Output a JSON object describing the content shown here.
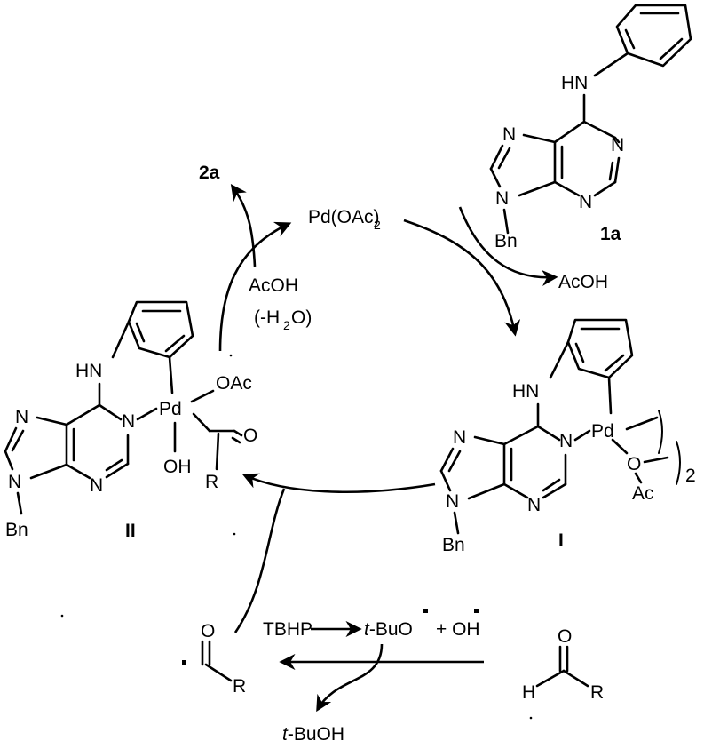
{
  "compounds": {
    "substrate_1a": {
      "id": "1a",
      "atoms": {
        "nh": "HN",
        "n1": "N",
        "n2": "N",
        "n3": "N",
        "n4": "N",
        "bn": "Bn"
      }
    },
    "intermediate_I": {
      "id": "I",
      "atoms": {
        "hn": "HN",
        "n1": "N",
        "n2": "N",
        "n3": "N",
        "n4": "N",
        "bn": "Bn",
        "pd": "Pd",
        "o": "O",
        "ac": "Ac",
        "sub": "2"
      }
    },
    "intermediate_II": {
      "id": "II",
      "atoms": {
        "hn": "HN",
        "n1": "N",
        "n2": "N",
        "n3": "N",
        "n4": "N",
        "bn": "Bn",
        "pd": "Pd",
        "oac": "OAc",
        "oh": "OH",
        "o": "O",
        "r": "R"
      }
    },
    "product_2a": {
      "id": "2a"
    }
  },
  "catalyst": {
    "label": "Pd(OAc)",
    "sub": "2"
  },
  "byproduct_acoh": "AcOH",
  "step_labels": {
    "acoh": "AcOH",
    "minus_water_open": "(-H",
    "minus_water_sub": "2",
    "minus_water_close": "O)"
  },
  "radical_path": {
    "tbhp": "TBHP",
    "tbuo_italic": "t",
    "tbuo_rest": "-BuO",
    "plus_oh": "+ OH",
    "tbuoh_italic": "t",
    "tbuoh_rest": "-BuOH",
    "acyl_o": "O",
    "acyl_r": "R",
    "aldehyde_o": "O",
    "aldehyde_h": "H",
    "aldehyde_r": "R"
  }
}
